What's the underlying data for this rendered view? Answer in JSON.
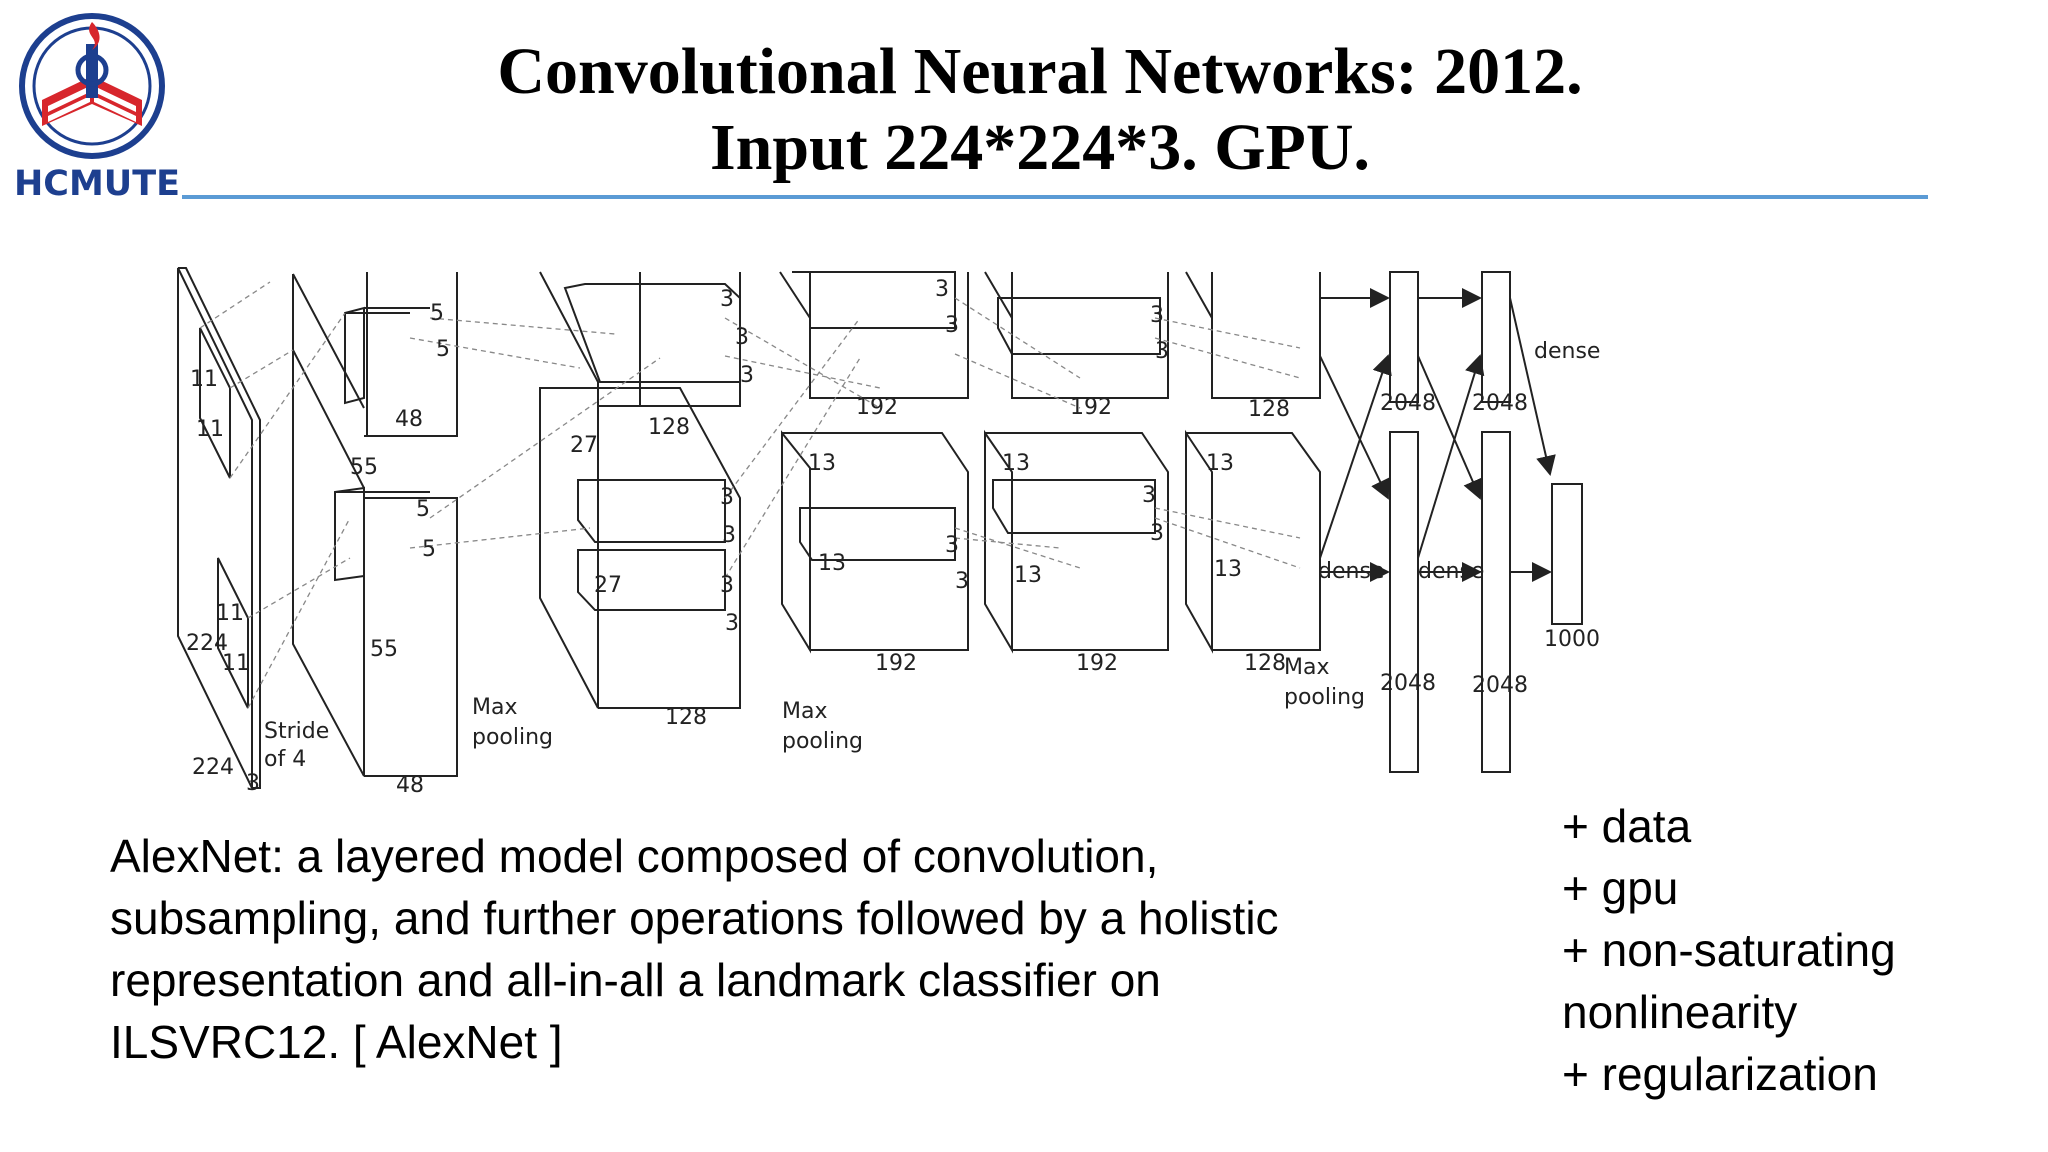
{
  "slide": {
    "title_line1": "Convolutional Neural Networks: 2012.",
    "title_line2": "Input 224*224*3. GPU.",
    "logo_text": "HCMUTE",
    "accent_color": "#5b9bd5",
    "logo_blue": "#1d3f8f",
    "logo_red": "#d7262c"
  },
  "diagram": {
    "input_h": "224",
    "input_w": "224",
    "input_depth": "3",
    "input_kernel_a": "11",
    "input_kernel_b": "11",
    "input_kernel_c": "11",
    "input_kernel_d": "11",
    "stride_1": "Stride",
    "stride_2": "of 4",
    "l1_size_a": "55",
    "l1_size_b": "55",
    "l1_depth_top": "48",
    "l1_depth_bottom": "48",
    "l1_kernel_top_a": "5",
    "l1_kernel_top_b": "5",
    "l1_kernel_bot_a": "5",
    "l1_kernel_bot_b": "5",
    "pool_a1": "Max",
    "pool_a2": "pooling",
    "l2_size_a": "27",
    "l2_size_b": "27",
    "l2_depth_top": "128",
    "l2_depth_bottom": "128",
    "l2_kernel": "3",
    "pool_b1": "Max",
    "pool_b2": "pooling",
    "l3_size_a": "13",
    "l3_size_b": "13",
    "l3_depth_top": "192",
    "l3_depth_bottom": "192",
    "l4_size_a": "13",
    "l4_size_b": "13",
    "l4_depth_top": "192",
    "l4_depth_bottom": "192",
    "l5_size_a": "13",
    "l5_size_b": "13",
    "l5_depth_top": "128",
    "l5_depth_bottom": "128",
    "pool_c1": "Max",
    "pool_c2": "pooling",
    "fc_2048": "2048",
    "fc_1000": "1000",
    "dense": "dense"
  },
  "description": {
    "line1": "AlexNet: a layered model composed of convolution,",
    "line2": "subsampling, and further operations followed by a holistic",
    "line3": "representation and all-in-all a landmark classifier on",
    "line4": "ILSVRC12. [ AlexNet ]"
  },
  "bullets": [
    "+ data",
    "+ gpu",
    "+ non-saturating",
    "nonlinearity",
    "+ regularization"
  ]
}
